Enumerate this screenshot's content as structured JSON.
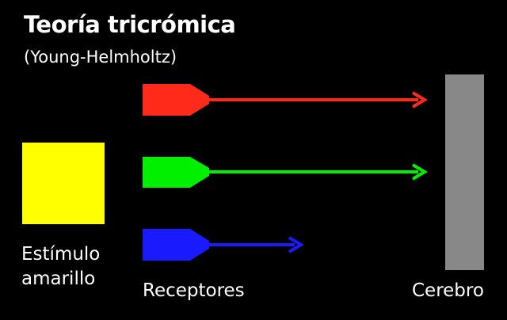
{
  "diagram": {
    "title": "Teoría tricrómica",
    "subtitle": "(Young-Helmholtz)",
    "stimulus": {
      "label_line1": "Estímulo",
      "label_line2": "amarillo",
      "color": "#ffff00"
    },
    "receptors": {
      "label": "Receptores",
      "items": [
        {
          "name": "red-receptor",
          "color": "#ff2a1a"
        },
        {
          "name": "green-receptor",
          "color": "#00f000"
        },
        {
          "name": "blue-receptor",
          "color": "#1a1aff"
        }
      ]
    },
    "brain": {
      "label": "Cerebro",
      "color": "#888888"
    }
  }
}
